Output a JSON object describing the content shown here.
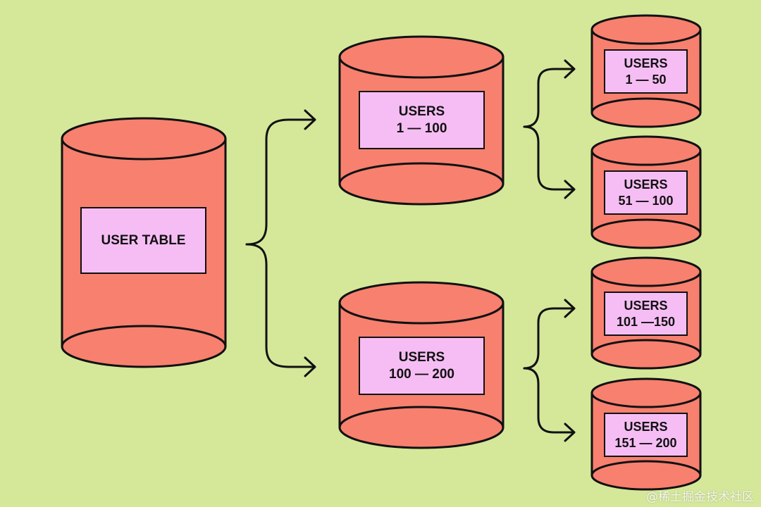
{
  "colors": {
    "background": "#d5e89a",
    "cylinder_fill": "#f7806f",
    "label_fill": "#f6bdf4",
    "stroke": "#111111"
  },
  "nodes": {
    "user_table": {
      "line1": "USER TABLE"
    },
    "users_1_100": {
      "line1": "USERS",
      "line2": "1 — 100"
    },
    "users_100_200": {
      "line1": "USERS",
      "line2": "100 — 200"
    },
    "users_1_50": {
      "line1": "USERS",
      "line2": "1 — 50"
    },
    "users_51_100": {
      "line1": "USERS",
      "line2": "51 — 100"
    },
    "users_101_150": {
      "line1": "USERS",
      "line2": "101 —150"
    },
    "users_151_200": {
      "line1": "USERS",
      "line2": "151 — 200"
    }
  },
  "watermark": "@稀土掘金技术社区"
}
